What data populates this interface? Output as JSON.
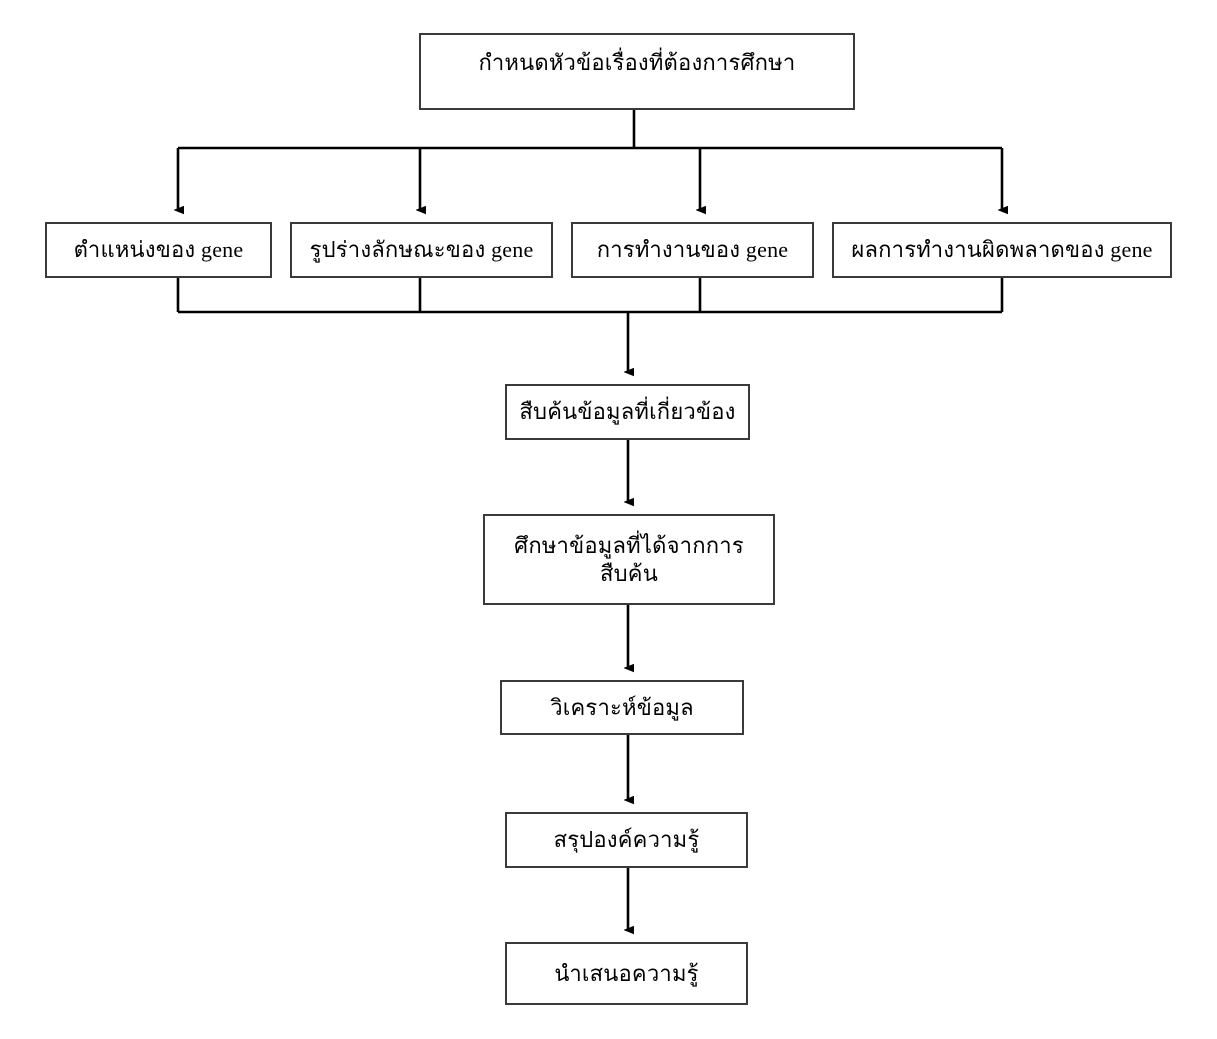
{
  "diagram": {
    "title": "Research process flowchart (Thai)",
    "stroke_color": "#3a3a3a",
    "background_color": "#ffffff",
    "nodes": {
      "topic": {
        "label": "กำหนดหัวข้อเรื่องที่ต้องการศึกษา"
      },
      "branch1": {
        "label": "ตำแหน่งของ gene"
      },
      "branch2": {
        "label": "รูปร่างลักษณะของ  gene"
      },
      "branch3": {
        "label": "การทำงานของ  gene"
      },
      "branch4": {
        "label": "ผลการทำงานผิดพลาดของ  gene"
      },
      "search": {
        "label": "สืบค้นข้อมูลที่เกี่ยวข้อง"
      },
      "study": {
        "label": "ศึกษาข้อมูลที่ได้จากการ\nสืบค้น"
      },
      "analyze": {
        "label": "วิเคราะห์ข้อมูล"
      },
      "conclude": {
        "label": "สรุปองค์ความรู้"
      },
      "present": {
        "label": "นำเสนอความรู้"
      }
    }
  }
}
